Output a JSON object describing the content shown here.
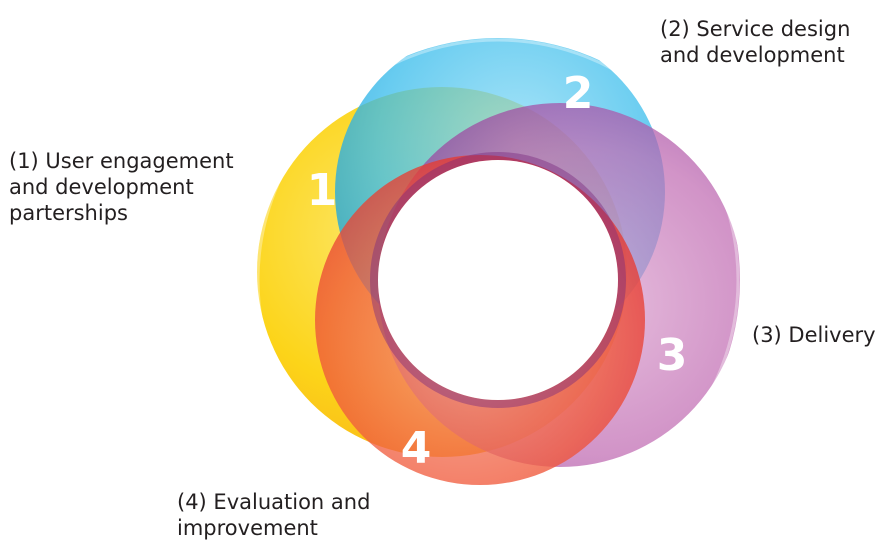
{
  "stages": [
    {
      "number": "1",
      "caption": "(1) User engagement\nand development\nparterships",
      "color": "#fcd400"
    },
    {
      "number": "2",
      "caption": "(2) Service design\nand development",
      "color": "#3ebeec"
    },
    {
      "number": "3",
      "caption": "(3) Delivery",
      "color": "#bf5fae"
    },
    {
      "number": "4",
      "caption": "(4) Evaluation and\nimprovement",
      "color": "#f0452c"
    }
  ]
}
